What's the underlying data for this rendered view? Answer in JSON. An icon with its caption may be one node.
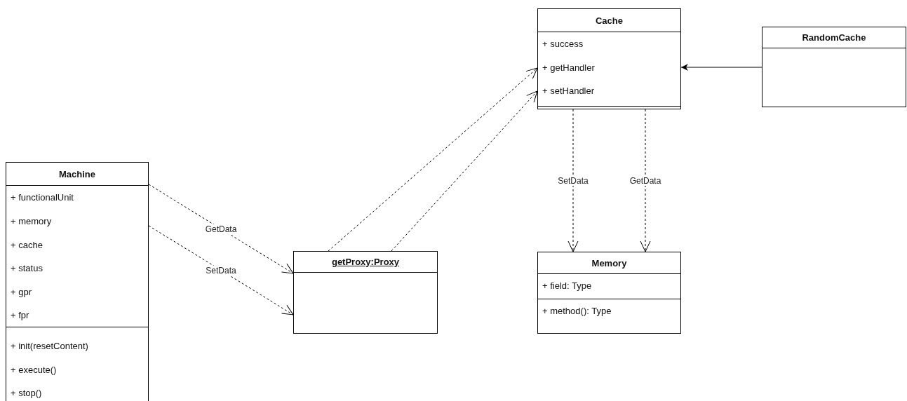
{
  "diagram": {
    "nodes": [
      {
        "text": [
          "Cache",
          "+ success",
          "+ getHandler",
          "+ setHandler"
        ]
      },
      {
        "text": [
          "RandomCache"
        ]
      },
      {
        "text": [
          "Machine",
          "+ functionalUnit",
          "+ memory",
          "+ cache",
          "+ status",
          "+ gpr",
          "+ fpr",
          "+ init(resetContent)",
          "+ execute()",
          "+ stop()"
        ]
      },
      {
        "text": [
          "getProxy:Proxy"
        ]
      },
      {
        "text": [
          "Memory",
          "+ field: Type",
          "+ method(): Type"
        ]
      }
    ],
    "edges": [
      {
        "from": 1,
        "to": 0,
        "arrow": "to"
      },
      {
        "from": 3,
        "to": 0,
        "arrow": "to",
        "style": "dashed"
      },
      {
        "from": 3,
        "to": 0,
        "arrow": "to",
        "style": "dashed"
      },
      {
        "from": 0,
        "to": 4,
        "arrow": "to",
        "style": "dashed",
        "label": "SetData"
      },
      {
        "from": 0,
        "to": 4,
        "arrow": "to",
        "style": "dashed",
        "label": "GetData"
      },
      {
        "from": 2,
        "to": 3,
        "arrow": "to",
        "style": "dashed",
        "label": "GetData"
      },
      {
        "from": 2,
        "to": 3,
        "arrow": "to",
        "style": "dashed",
        "label": "SetData"
      }
    ]
  }
}
